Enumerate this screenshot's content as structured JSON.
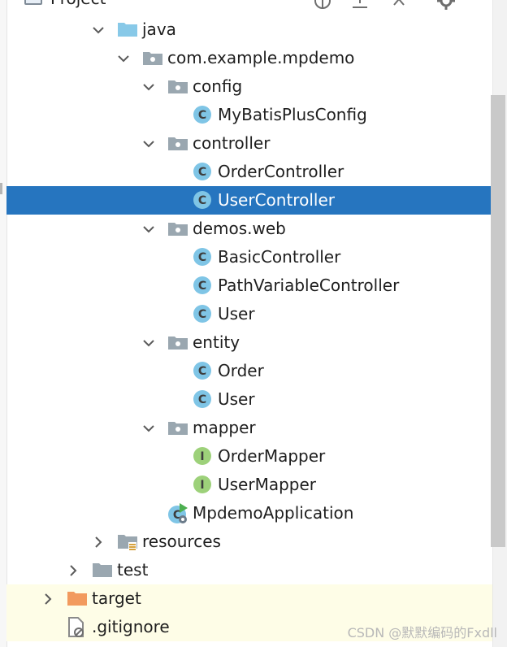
{
  "header": {
    "title": "Project",
    "icons": [
      "project-view-icon",
      "locate-icon",
      "collapse-all-icon",
      "expand-icon",
      "settings-gear-icon"
    ]
  },
  "tree": [
    {
      "label": "java",
      "icon": "source-folder-icon",
      "expanded": true,
      "selected": false
    },
    {
      "label": "com.example.mpdemo",
      "icon": "package-icon",
      "expanded": true,
      "selected": false
    },
    {
      "label": "config",
      "icon": "package-icon",
      "expanded": true,
      "selected": false
    },
    {
      "label": "MyBatisPlusConfig",
      "icon": "class-icon",
      "badge": "C",
      "selected": false
    },
    {
      "label": "controller",
      "icon": "package-icon",
      "expanded": true,
      "selected": false
    },
    {
      "label": "OrderController",
      "icon": "class-icon",
      "badge": "C",
      "selected": false
    },
    {
      "label": "UserController",
      "icon": "class-icon",
      "badge": "C",
      "selected": true
    },
    {
      "label": "demos.web",
      "icon": "package-icon",
      "expanded": true,
      "selected": false
    },
    {
      "label": "BasicController",
      "icon": "class-icon",
      "badge": "C",
      "selected": false
    },
    {
      "label": "PathVariableController",
      "icon": "class-icon",
      "badge": "C",
      "selected": false
    },
    {
      "label": "User",
      "icon": "class-icon",
      "badge": "C",
      "selected": false
    },
    {
      "label": "entity",
      "icon": "package-icon",
      "expanded": true,
      "selected": false
    },
    {
      "label": "Order",
      "icon": "class-icon",
      "badge": "C",
      "selected": false
    },
    {
      "label": "User",
      "icon": "class-icon",
      "badge": "C",
      "selected": false
    },
    {
      "label": "mapper",
      "icon": "package-icon",
      "expanded": true,
      "selected": false
    },
    {
      "label": "OrderMapper",
      "icon": "interface-icon",
      "badge": "I",
      "selected": false
    },
    {
      "label": "UserMapper",
      "icon": "interface-icon",
      "badge": "I",
      "selected": false
    },
    {
      "label": "MpdemoApplication",
      "icon": "spring-boot-application-icon",
      "badge": "C",
      "selected": false
    },
    {
      "label": "resources",
      "icon": "resources-folder-icon",
      "expanded": false,
      "selected": false
    },
    {
      "label": "test",
      "icon": "folder-icon",
      "expanded": false,
      "selected": false
    },
    {
      "label": "target",
      "icon": "excluded-folder-icon",
      "expanded": false,
      "selected": false
    },
    {
      "label": ".gitignore",
      "icon": "ignored-file-icon",
      "selected": false
    }
  ],
  "colors": {
    "selection": "#2675bf",
    "highlight_row": "#fefde7",
    "class_badge": "#7fc5e6",
    "interface_badge": "#9dd17a",
    "excluded_folder": "#f29a5e",
    "folder": "#9aa7b0",
    "source_folder": "#88c9e8"
  },
  "watermark": "CSDN @默默编码的Fxdll"
}
